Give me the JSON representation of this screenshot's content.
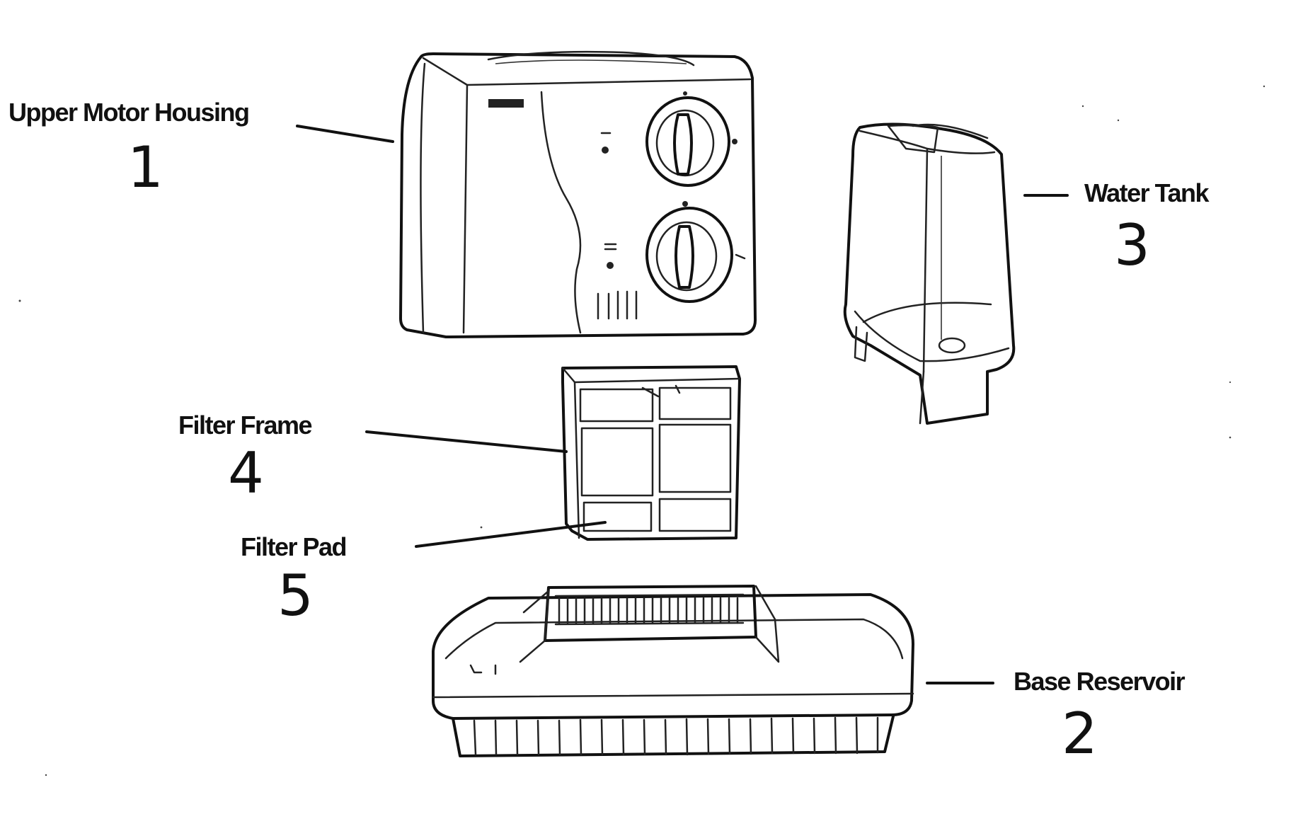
{
  "parts": [
    {
      "id": "upper-motor-housing",
      "name": "Upper Motor Housing",
      "number": "1"
    },
    {
      "id": "base-reservoir",
      "name": "Base Reservoir",
      "number": "2"
    },
    {
      "id": "water-tank",
      "name": "Water Tank",
      "number": "3"
    },
    {
      "id": "filter-frame",
      "name": "Filter Frame",
      "number": "4"
    },
    {
      "id": "filter-pad",
      "name": "Filter Pad",
      "number": "5"
    }
  ]
}
